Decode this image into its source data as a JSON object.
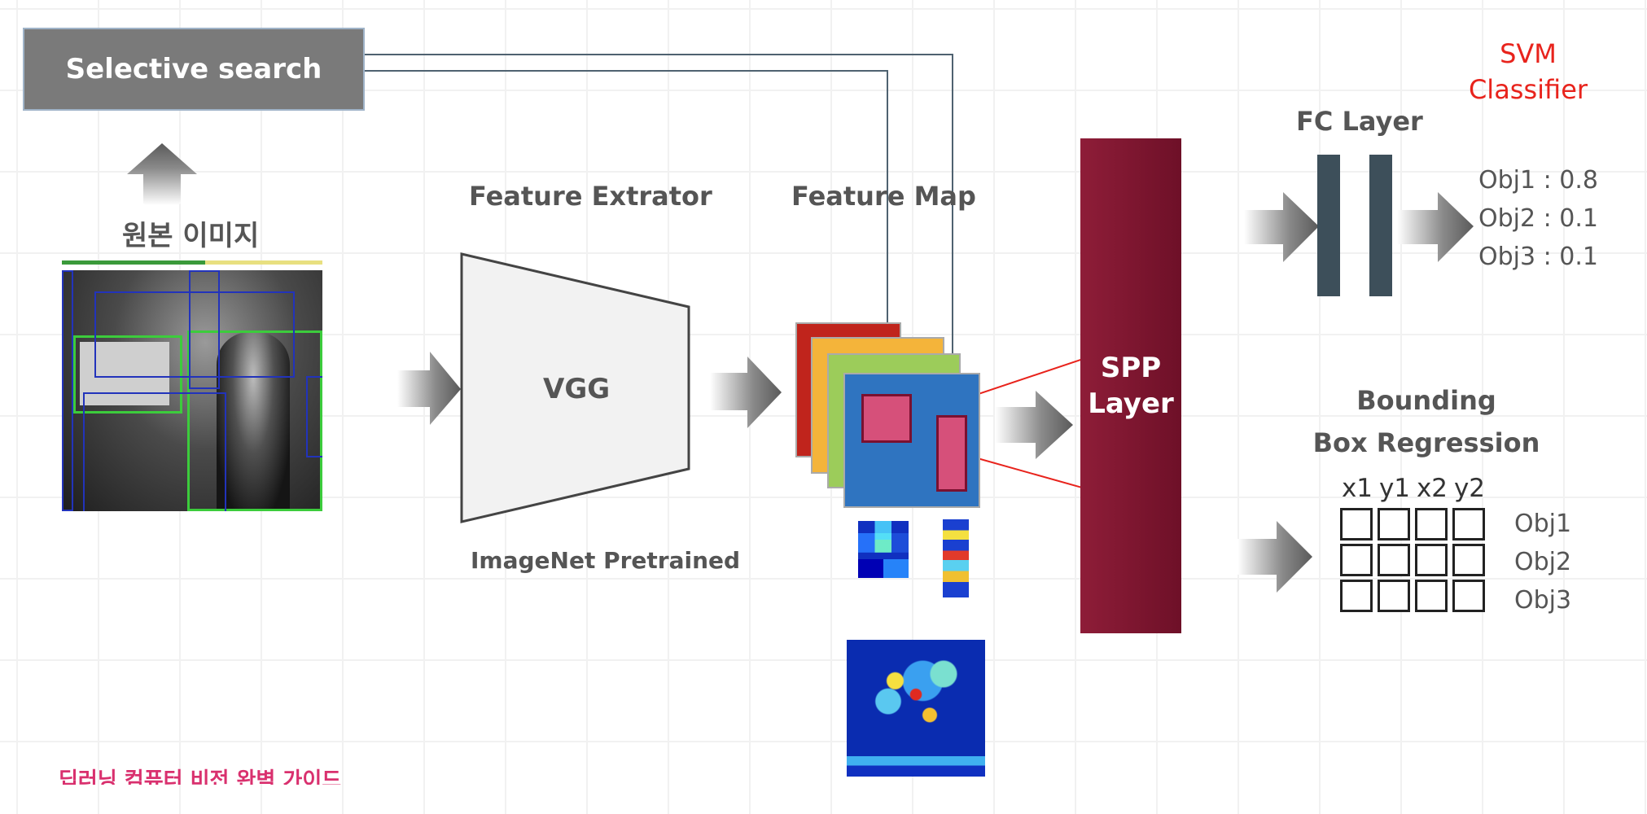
{
  "selective_search": "Selective search",
  "original_image_label": "원본 이미지",
  "feature_extractor": {
    "title": "Feature Extrator",
    "model": "VGG",
    "subtitle": "ImageNet Pretrained"
  },
  "feature_map_label": "Feature Map",
  "spp_layer": [
    "SPP",
    "Layer"
  ],
  "fc_layer_label": "FC Layer",
  "svm_classifier": [
    "SVM",
    "Classifier"
  ],
  "svm_scores": [
    "Obj1 : 0.8",
    "Obj2 : 0.1",
    "Obj3 : 0.1"
  ],
  "bbox_regression": {
    "title": [
      "Bounding",
      "Box Regression"
    ],
    "columns": [
      "x1",
      "y1",
      "x2",
      "y2"
    ],
    "rows": [
      "Obj1",
      "Obj2",
      "Obj3"
    ]
  },
  "footer": "딥러닝 컴퓨터 비전 완벽 가이드",
  "colors": {
    "svm": "#e8231c",
    "spp": "#7e1630",
    "fc": "#3d4f5a",
    "footer": "#d9306e",
    "roi": "#d6507a",
    "arrow_gray": "#6a6a6a"
  }
}
